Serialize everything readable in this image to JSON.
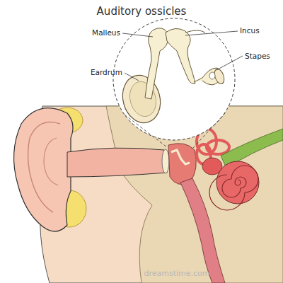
{
  "diagram": {
    "title": "Auditory ossicles",
    "labels": [
      "Malleus",
      "Incus",
      "Stapes",
      "Eardrum",
      "dreamstime.com"
    ]
  }
}
